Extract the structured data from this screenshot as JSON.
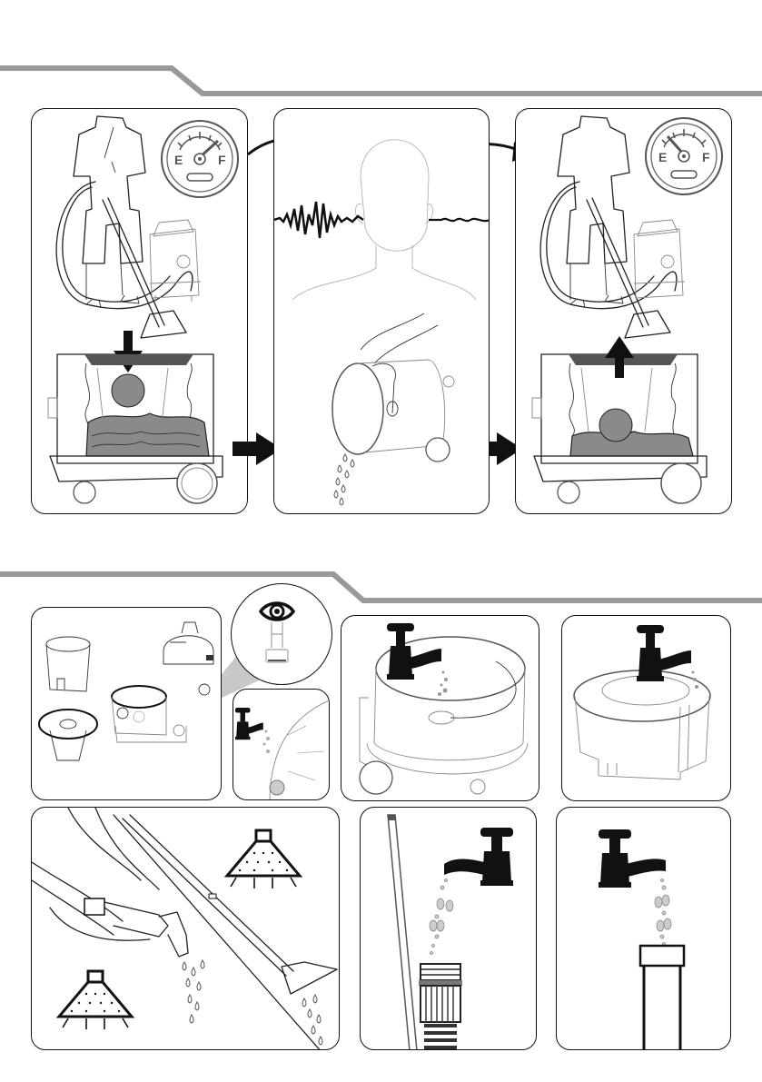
{
  "page": {
    "type": "instruction-manual-page",
    "text_content": "none (pictorial instructions only)",
    "colors": {
      "section_divider": "#999999",
      "water_fill": "#8a8a8a",
      "ink": "#111111",
      "callout_shade": "#c8c8c8"
    }
  },
  "sections": [
    {
      "id": "float-valve-operation",
      "panels": [
        {
          "id": "tank-filling",
          "description": "Operator cleaning carpet; fuel gauge reading towards full; float ball drops in recovery tank as water rises",
          "gauge": {
            "label_empty": "E",
            "label_full": "F",
            "level": "full"
          },
          "arrow": "down"
        },
        {
          "id": "motor-sound-change",
          "description": "Head profile hearing loud sound wave that becomes quiet; hands emptying the tank with water dripping out"
        },
        {
          "id": "tank-emptied",
          "description": "Operator cleaning again; fuel gauge reading near empty; float ball rises out of emptied tank",
          "gauge": {
            "label_empty": "E",
            "label_full": "F",
            "level": "empty"
          },
          "arrow": "up"
        }
      ],
      "flow_arrows": [
        "curved-arrow-into-head",
        "curved-arrow-out-of-head",
        "block-arrow-right",
        "block-arrow-right"
      ]
    },
    {
      "id": "cleaning-and-maintenance",
      "panels": [
        {
          "id": "disassembled-parts",
          "description": "Machine parts separated: filter cage, float housing, tank, motor head"
        },
        {
          "id": "inspect-filter-callout",
          "description": "Eye icon over magnified pump filter part",
          "icon": "eye-icon"
        },
        {
          "id": "rinse-float-base",
          "description": "Tap rinsing underside of float assembly",
          "icon": "tap-icon"
        },
        {
          "id": "rinse-tank",
          "description": "Tap rinsing recovery tank",
          "icon": "tap-icon"
        },
        {
          "id": "rinse-float-housing",
          "description": "Tap rinsing float housing",
          "icon": "tap-icon"
        },
        {
          "id": "spray-nozzles",
          "description": "Hand tool and floor tool spraying water; spray pattern diagrams",
          "icon": "spray-nozzle-icon"
        },
        {
          "id": "rinse-hose-filter",
          "description": "Tap rinsing hose end filter",
          "icon": "tap-icon"
        },
        {
          "id": "rinse-wand-tube",
          "description": "Tap rinsing wand tube opening",
          "icon": "tap-icon"
        }
      ]
    }
  ]
}
